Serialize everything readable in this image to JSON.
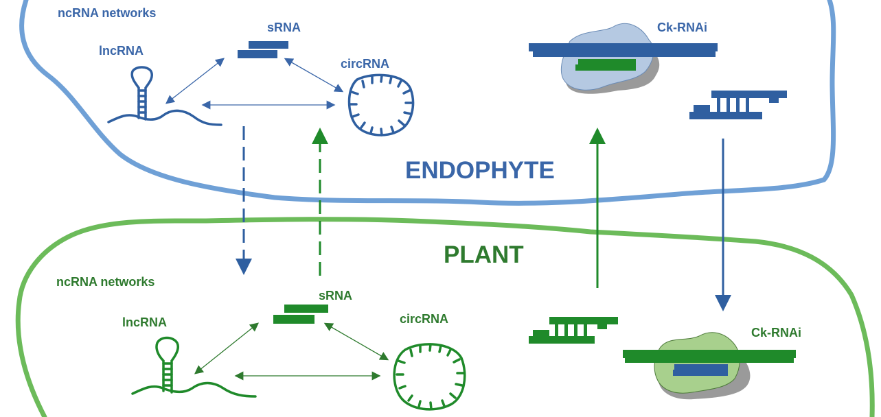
{
  "colors": {
    "endophyte_border": "#6fa0d6",
    "endophyte_text": "#3a66a8",
    "endophyte_dark": "#2f5fa0",
    "plant_border": "#6cbb5a",
    "plant_text": "#2e7a2e",
    "plant_dark": "#1f8a2a",
    "protein_blue": "#b5c9e2",
    "protein_green": "#a8d08d",
    "shadow": "#9a9a9a"
  },
  "endophyte": {
    "title": "ENDOPHYTE",
    "networks_label": "ncRNA networks",
    "lncrna_label": "lncRNA",
    "srna_label": "sRNA",
    "circrna_label": "circRNA",
    "ckrnai_label": "Ck-RNAi"
  },
  "plant": {
    "title": "PLANT",
    "networks_label": "ncRNA networks",
    "lncrna_label": "lncRNA",
    "srna_label": "sRNA",
    "circrna_label": "circRNA",
    "ckrnai_label": "Ck-RNAi"
  }
}
